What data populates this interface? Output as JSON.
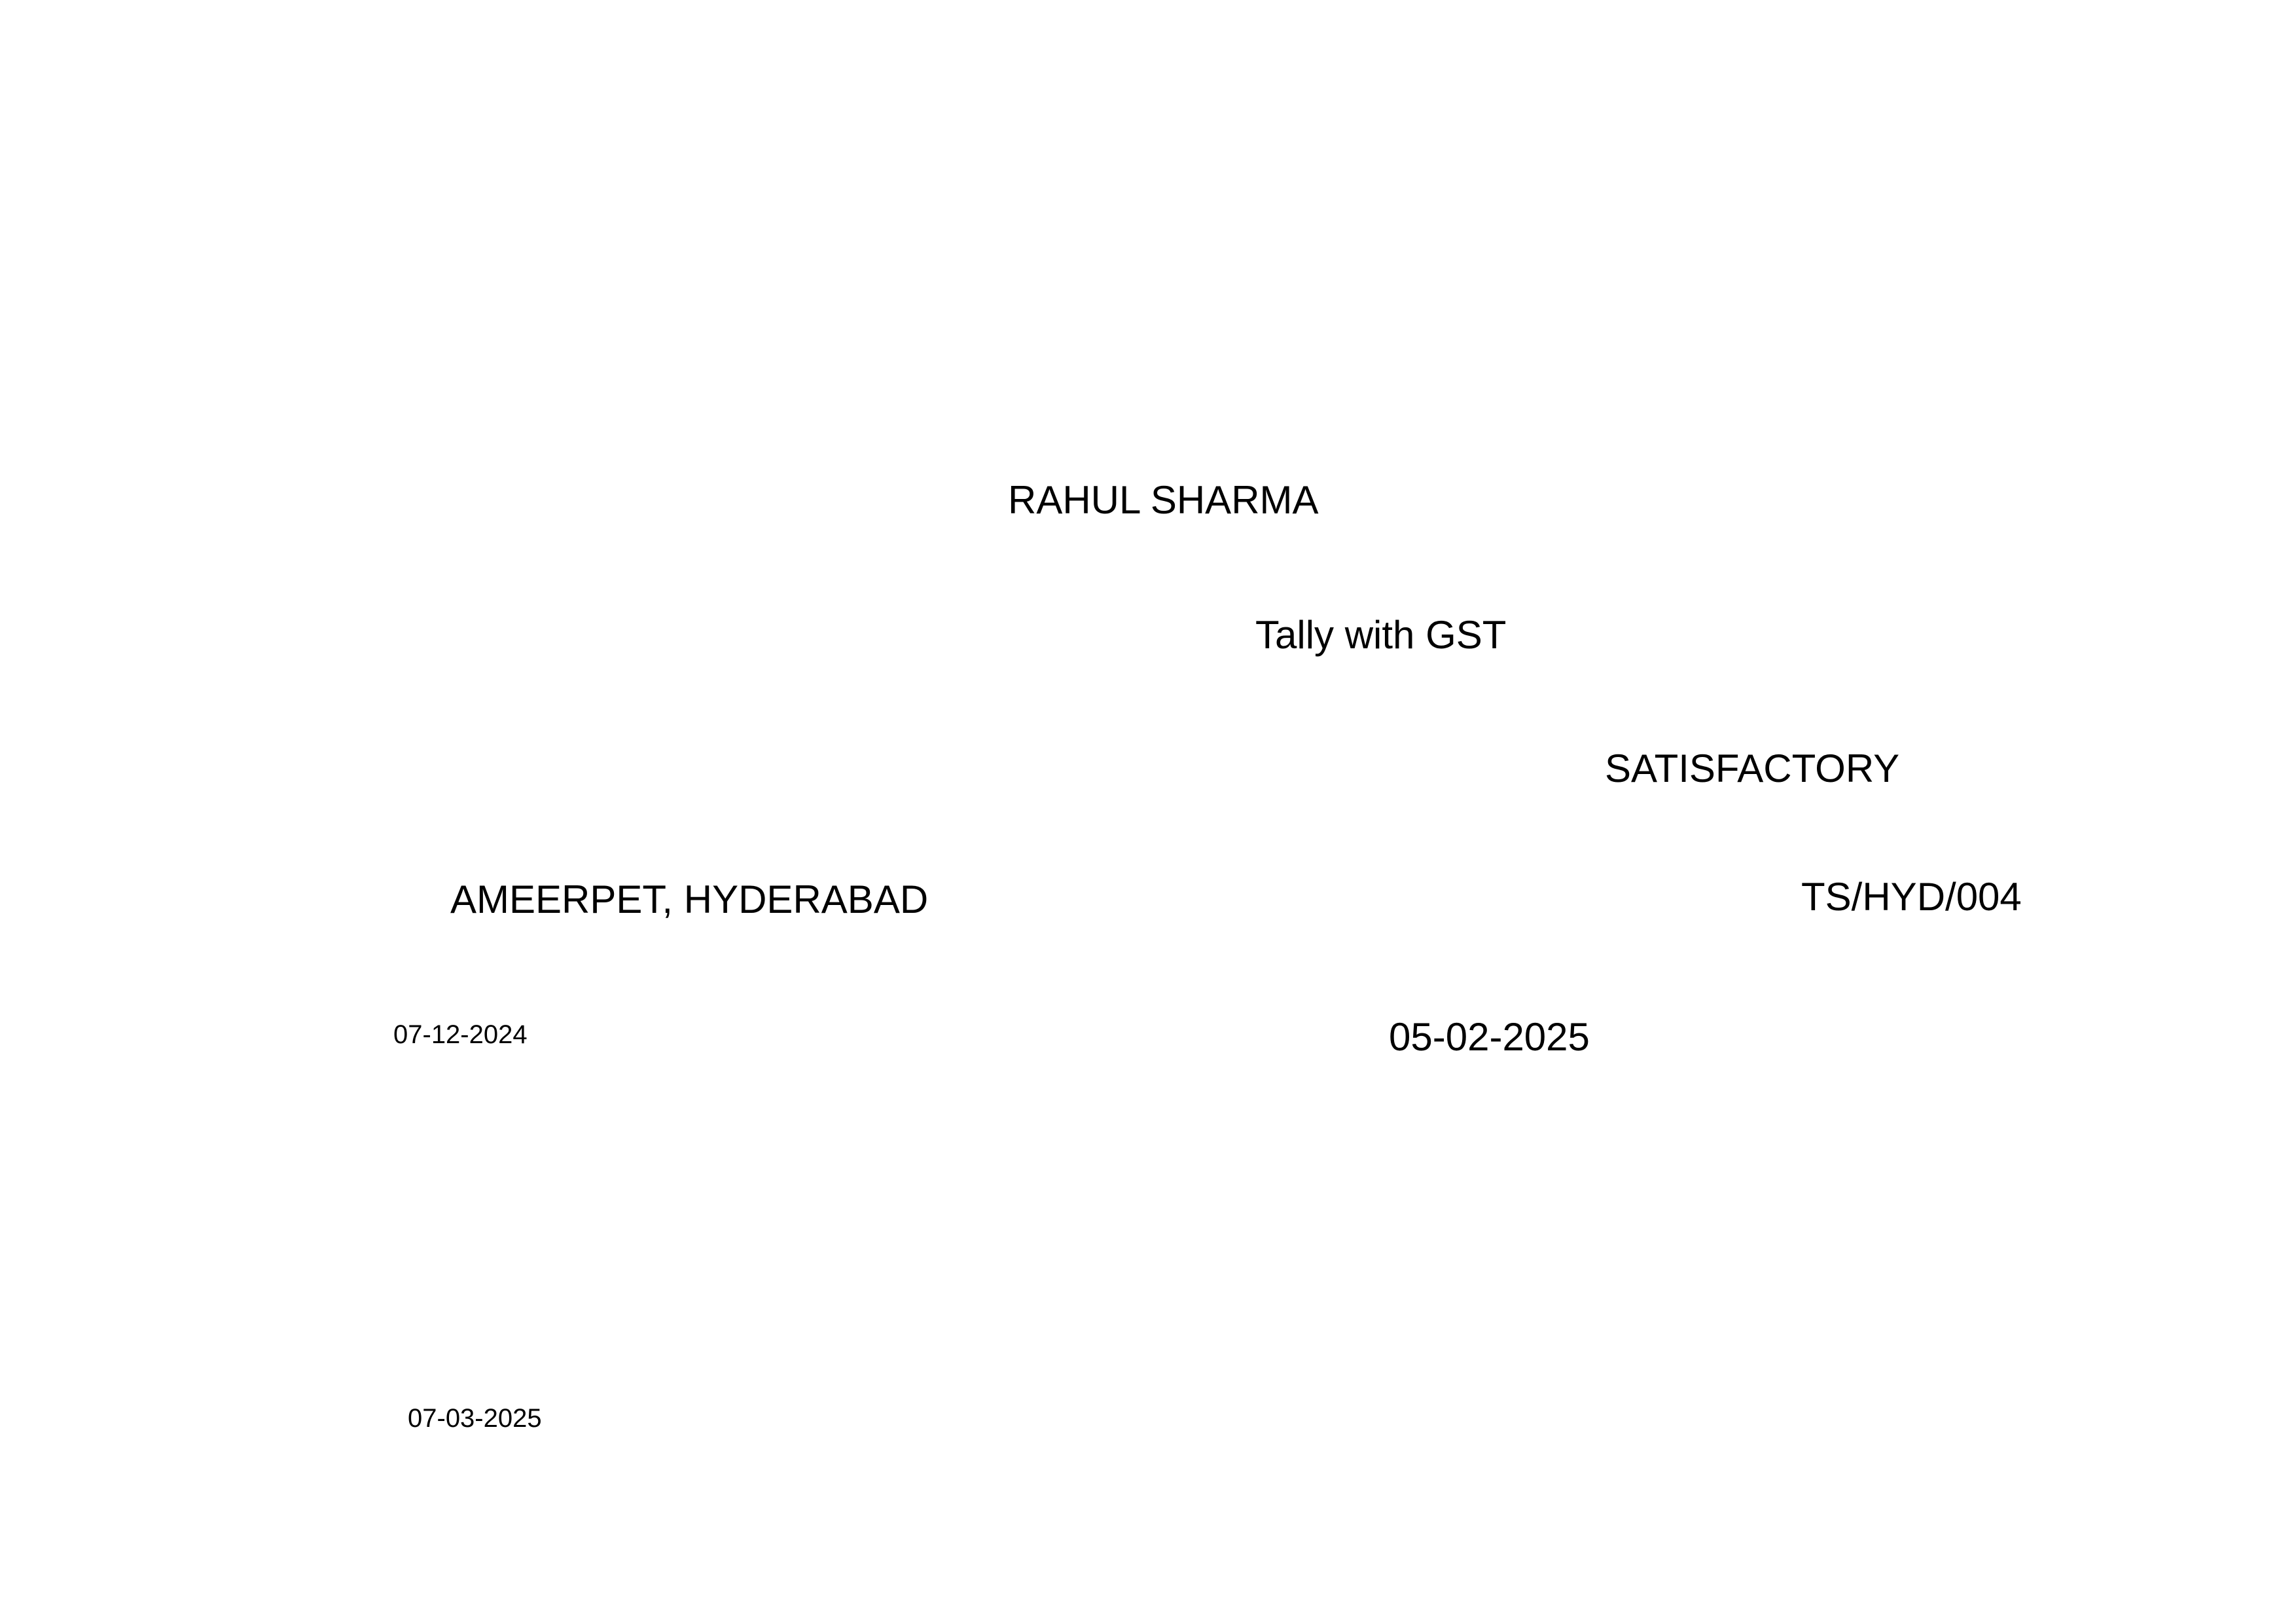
{
  "certificate": {
    "student_name": "RAHUL SHARMA",
    "course": "Tally with GST",
    "result": "SATISFACTORY",
    "centre_address": "AMEERPET, HYDERABAD",
    "centre_code": "TS/HYD/004",
    "start_date": "07-12-2024",
    "end_date": "05-02-2025",
    "issue_date": "07-03-2025"
  }
}
